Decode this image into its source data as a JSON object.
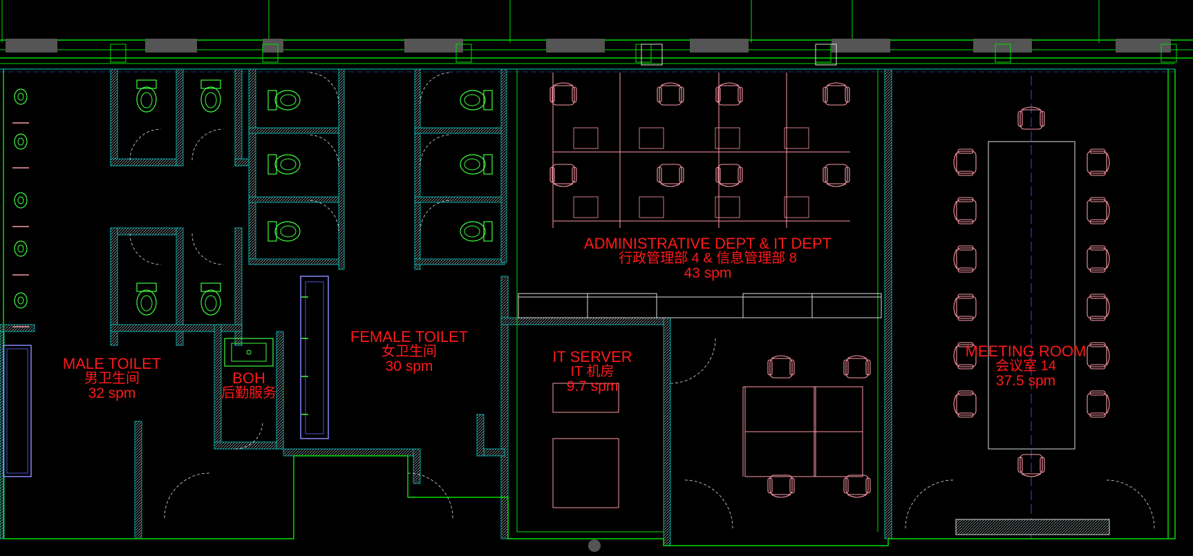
{
  "rooms": {
    "male_toilet": {
      "name_en": "MALE TOILET",
      "name_cn": "男卫生间",
      "area": "32 spm"
    },
    "boh": {
      "name_en": "BOH",
      "name_cn": "后勤服务"
    },
    "female_toilet": {
      "name_en": "FEMALE TOILET",
      "name_cn": "女卫生间",
      "area": "30 spm"
    },
    "it_server": {
      "name_en": "IT SERVER",
      "name_cn": "IT 机房",
      "area": "9.7 spm"
    },
    "admin_it": {
      "name_en": "ADMINISTRATIVE DEPT &  IT DEPT",
      "name_cn": "行政管理部 4 & 信息管理部 8",
      "area": "43 spm"
    },
    "meeting": {
      "name_en": "MEETING ROOM",
      "name_cn": "会议室 14",
      "area": "37.5 spm"
    }
  },
  "colors": {
    "background": "#000000",
    "label": "#ff1a1a",
    "wall": "#00e000",
    "partition": "#00d0d0",
    "hatch": "#7a8a8a",
    "furniture": "#ff9aa8",
    "fixture": "#40ff40",
    "door": "#e0e0e0",
    "window": "#555555",
    "glass": "#8888ff"
  }
}
